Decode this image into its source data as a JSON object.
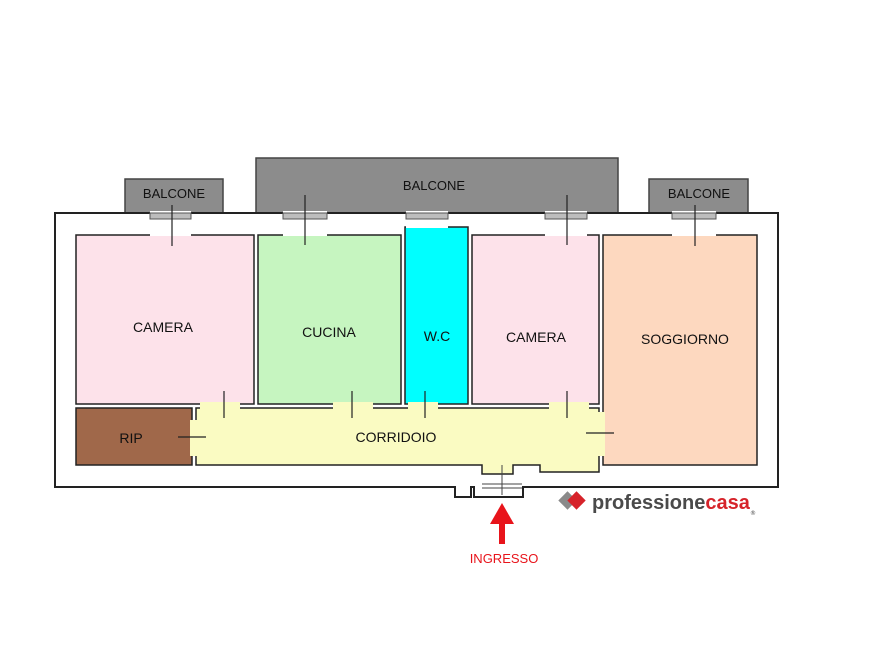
{
  "plan": {
    "balconies": [
      {
        "id": "balcone-left",
        "label": "BALCONE"
      },
      {
        "id": "balcone-center",
        "label": "BALCONE"
      },
      {
        "id": "balcone-right",
        "label": "BALCONE"
      }
    ],
    "rooms": [
      {
        "id": "camera-1",
        "label": "CAMERA",
        "color": "#fde2ea"
      },
      {
        "id": "cucina",
        "label": "CUCINA",
        "color": "#c6f5c0"
      },
      {
        "id": "wc",
        "label": "W.C",
        "color": "#00ffff"
      },
      {
        "id": "camera-2",
        "label": "CAMERA",
        "color": "#fde2ea"
      },
      {
        "id": "soggiorno",
        "label": "SOGGIORNO",
        "color": "#fdd8bf"
      },
      {
        "id": "rip",
        "label": "RIP",
        "color": "#a0684a"
      },
      {
        "id": "corridoio",
        "label": "CORRIDOIO",
        "color": "#fafbc2"
      }
    ],
    "entrance": {
      "label": "INGRESSO",
      "color": "#e8141b"
    },
    "balcony_color": "#8c8c8c"
  },
  "brand": {
    "part1": "professione",
    "part2": "casa",
    "mark": "®",
    "color_dark": "#4a4a4a",
    "color_red": "#d6232a"
  }
}
